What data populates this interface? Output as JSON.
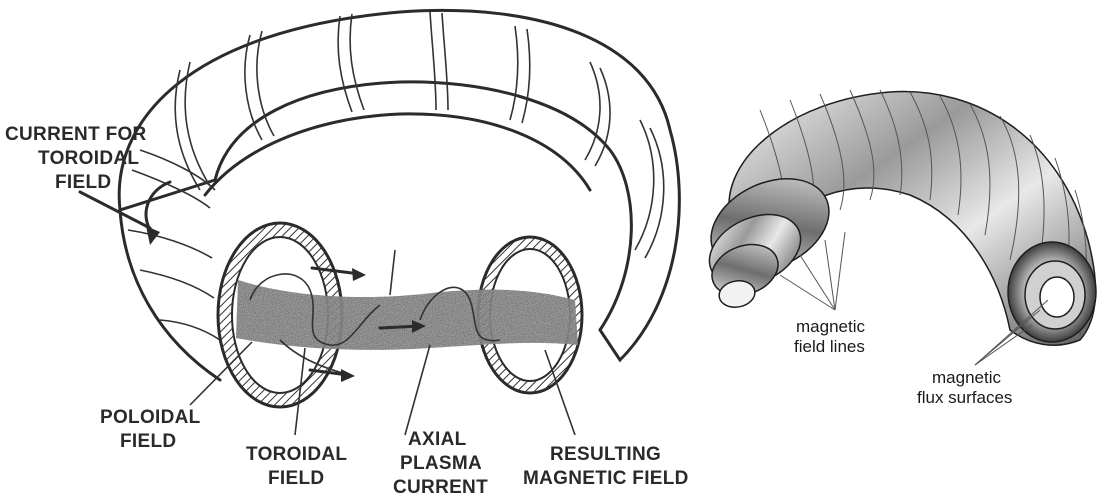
{
  "left_diagram": {
    "labels": {
      "current_toroidal_1": "CURRENT FOR",
      "current_toroidal_2": "TOROIDAL",
      "current_toroidal_3": "FIELD",
      "poloidal_1": "POLOIDAL",
      "poloidal_2": "FIELD",
      "toroidal_1": "TOROIDAL",
      "toroidal_2": "FIELD",
      "axial_1": "AXIAL",
      "axial_2": "PLASMA",
      "axial_3": "CURRENT",
      "resulting_1": "RESULTING",
      "resulting_2": "MAGNETIC  FIELD"
    }
  },
  "right_diagram": {
    "labels": {
      "field_lines_1": "magnetic",
      "field_lines_2": "field lines",
      "flux_surfaces_1": "magnetic",
      "flux_surfaces_2": "flux surfaces"
    }
  }
}
